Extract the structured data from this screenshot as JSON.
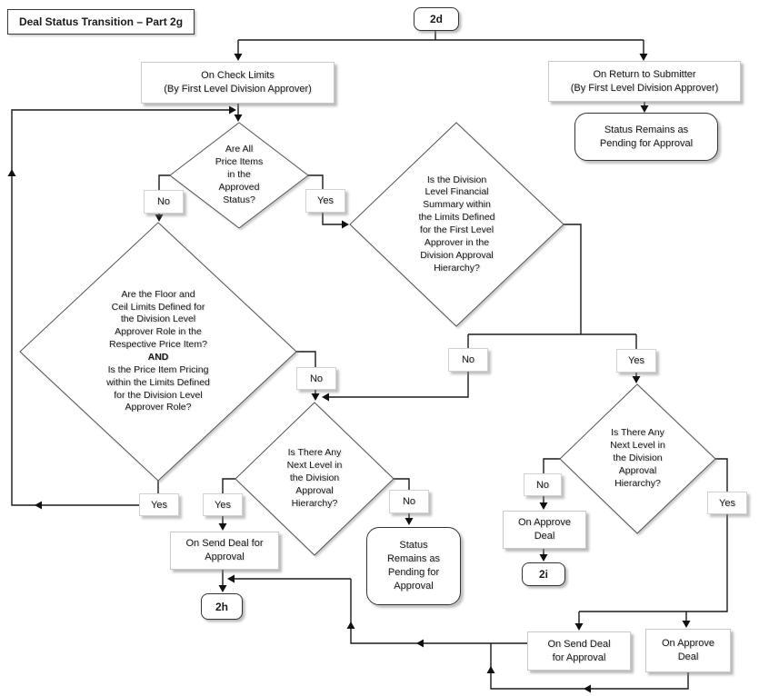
{
  "title": "Deal Status Transition – Part 2g",
  "colors": {
    "ink": "#1a1a1a",
    "background": "#ffffff"
  },
  "terminals": {
    "t2d": "2d",
    "t2h": "2h",
    "t2i": "2i"
  },
  "events": {
    "check_limits": "On Check Limits\n(By First Level Division Approver)",
    "return_to_submitter": "On Return to Submitter\n(By First Level Division Approver)",
    "send_deal_upper": "On Send Deal for\nApproval",
    "approve_deal_right": "On Approve\nDeal",
    "send_deal_bottom": "On Send Deal\nfor Approval",
    "approve_deal_bottom": "On Approve\nDeal"
  },
  "statuses": {
    "pending_top": "Status Remains as\nPending for Approval",
    "pending_mid": "Status\nRemains as\nPending for\nApproval"
  },
  "decisions": {
    "all_price_items": "Are All\nPrice Items\nin the\nApproved\nStatus?",
    "floor_ceil_part1": "Are the Floor and\nCeil Limits Defined for\nthe Division Level\nApprover Role in the\nRespective Price Item?",
    "floor_ceil_and": "AND",
    "floor_ceil_part2": "Is the Price Item Pricing\nwithin the Limits Defined\nfor the Division Level\nApprover Role?",
    "division_summary": "Is the Division\nLevel Financial\nSummary within\nthe Limits Defined\nfor the First Level\nApprover in the\nDivision Approval\nHierarchy?",
    "next_level_mid": "Is There Any\nNext Level in\nthe Division\nApproval\nHierarchy?",
    "next_level_right": "Is There Any\nNext Level in\nthe Division\nApproval\nHierarchy?"
  },
  "labels": {
    "yes": "Yes",
    "no": "No"
  }
}
